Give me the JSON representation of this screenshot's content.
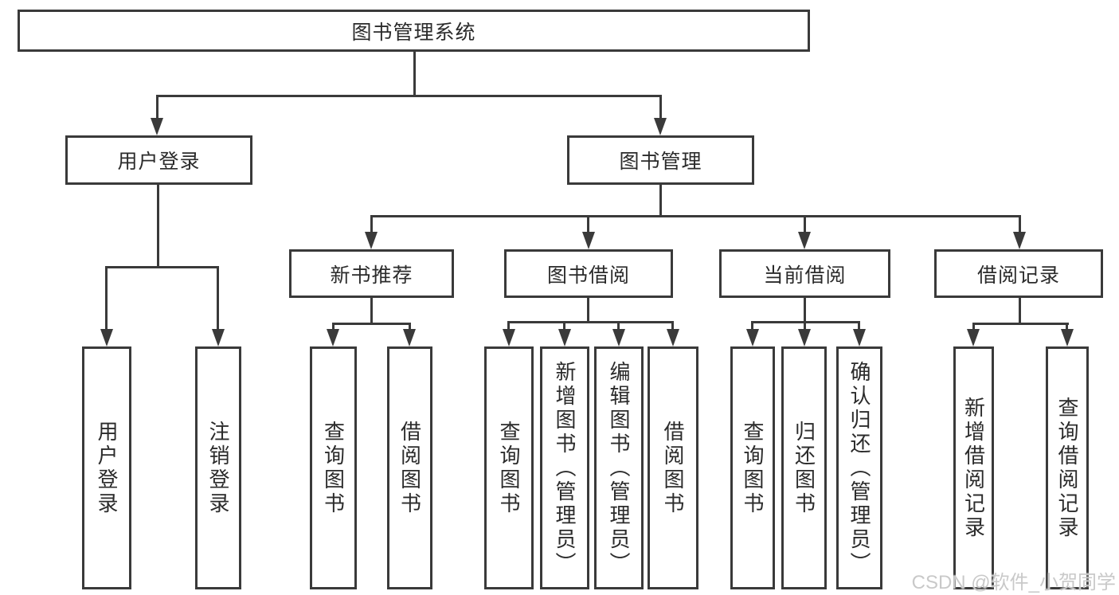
{
  "diagram": {
    "title": "图书管理系统",
    "root": {
      "label": "图书管理系统"
    },
    "level2": [
      {
        "label": "用户登录"
      },
      {
        "label": "图书管理"
      }
    ],
    "level3": [
      {
        "label": "新书推荐"
      },
      {
        "label": "图书借阅"
      },
      {
        "label": "当前借阅"
      },
      {
        "label": "借阅记录"
      }
    ],
    "leaves": [
      {
        "label": "用户登录",
        "parent": "用户登录"
      },
      {
        "label": "注销登录",
        "parent": "用户登录"
      },
      {
        "label": "查询图书",
        "parent": "新书推荐"
      },
      {
        "label": "借阅图书",
        "parent": "新书推荐"
      },
      {
        "label": "查询图书",
        "parent": "图书借阅"
      },
      {
        "label": "新增图书（管理员）",
        "parent": "图书借阅"
      },
      {
        "label": "编辑图书（管理员）",
        "parent": "图书借阅"
      },
      {
        "label": "借阅图书",
        "parent": "图书借阅"
      },
      {
        "label": "查询图书",
        "parent": "当前借阅"
      },
      {
        "label": "归还图书",
        "parent": "当前借阅"
      },
      {
        "label": "确认归还（管理员）",
        "parent": "当前借阅"
      },
      {
        "label": "新增借阅记录",
        "parent": "借阅记录"
      },
      {
        "label": "查询借阅记录",
        "parent": "借阅记录"
      }
    ]
  },
  "watermark": {
    "text": "CSDN @软件_小贺同学"
  },
  "colors": {
    "line": "#3a3a3a",
    "text": "#2b2b2b",
    "background": "#ffffff",
    "watermark": "#c9c9c9"
  }
}
